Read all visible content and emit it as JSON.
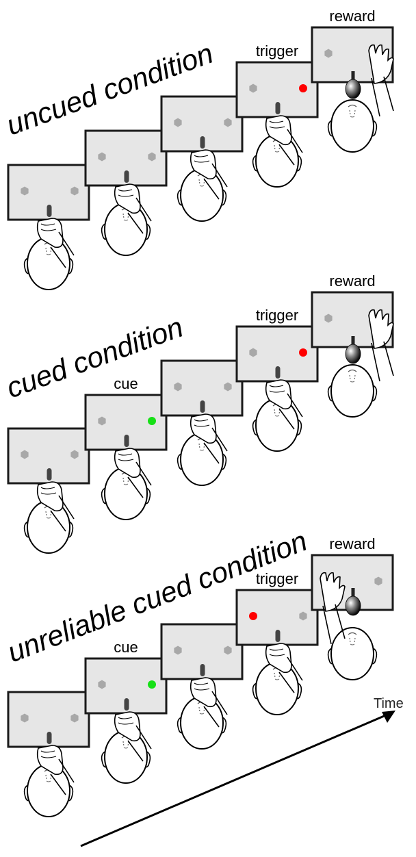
{
  "conditions": [
    {
      "title": "uncued condition",
      "panels": [
        {
          "label": "",
          "left_dot": "gray",
          "right_dot": "gray",
          "hand": "center",
          "reward": false
        },
        {
          "label": "",
          "left_dot": "gray",
          "right_dot": "gray",
          "hand": "center",
          "reward": false
        },
        {
          "label": "",
          "left_dot": "gray",
          "right_dot": "gray",
          "hand": "center",
          "reward": false
        },
        {
          "label": "trigger",
          "left_dot": "gray",
          "right_dot": "red",
          "hand": "center",
          "reward": false
        },
        {
          "label": "reward",
          "left_dot": "gray",
          "right_dot": "none",
          "hand": "right",
          "reward": true
        }
      ]
    },
    {
      "title": "cued condition",
      "panels": [
        {
          "label": "",
          "left_dot": "gray",
          "right_dot": "gray",
          "hand": "center",
          "reward": false
        },
        {
          "label": "cue",
          "left_dot": "gray",
          "right_dot": "green",
          "hand": "center",
          "reward": false
        },
        {
          "label": "",
          "left_dot": "gray",
          "right_dot": "gray",
          "hand": "center",
          "reward": false
        },
        {
          "label": "trigger",
          "left_dot": "gray",
          "right_dot": "red",
          "hand": "center",
          "reward": false
        },
        {
          "label": "reward",
          "left_dot": "gray",
          "right_dot": "none",
          "hand": "right",
          "reward": true
        }
      ]
    },
    {
      "title": "unreliable cued condition",
      "panels": [
        {
          "label": "",
          "left_dot": "gray",
          "right_dot": "gray",
          "hand": "center",
          "reward": false
        },
        {
          "label": "cue",
          "left_dot": "gray",
          "right_dot": "green",
          "hand": "center",
          "reward": false
        },
        {
          "label": "",
          "left_dot": "gray",
          "right_dot": "gray",
          "hand": "center",
          "reward": false
        },
        {
          "label": "trigger",
          "left_dot": "red",
          "right_dot": "gray",
          "hand": "center",
          "reward": false
        },
        {
          "label": "reward",
          "left_dot": "none",
          "right_dot": "gray",
          "hand": "left",
          "reward": true
        }
      ]
    }
  ],
  "time_label": "Time",
  "colors": {
    "panel_fill": "#e6e6e6",
    "panel_stroke": "#1a1a1a",
    "gray": "#a8a8a8",
    "red": "#ff0000",
    "green": "#16e016"
  }
}
